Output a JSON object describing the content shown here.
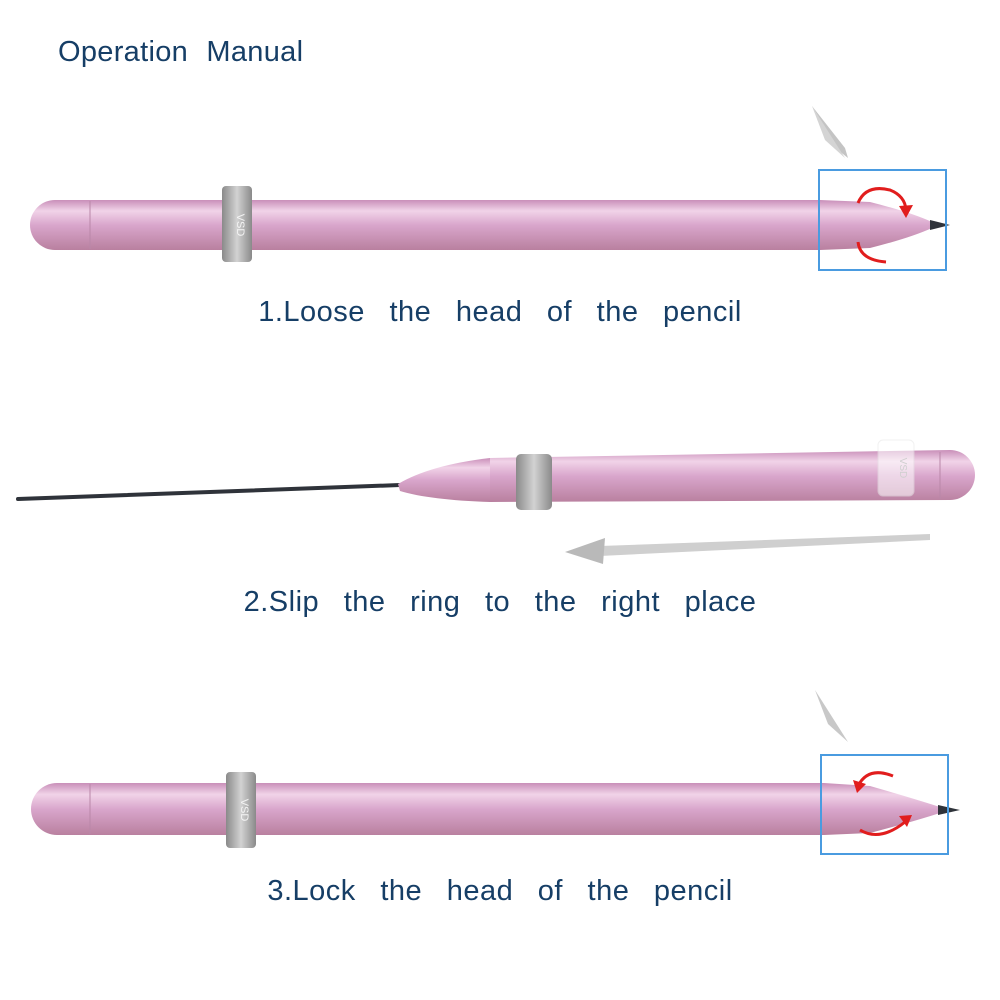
{
  "manual": {
    "title": "Operation  Manual",
    "steps": [
      {
        "caption": "1.Loose  the  head  of  the  pencil",
        "ring_brand": "VSD",
        "rotation": "loosen"
      },
      {
        "caption": "2.Slip  the  ring  to  the  right  place",
        "ring_brand": "VSD",
        "motion": "slide-left"
      },
      {
        "caption": "3.Lock  the  head  of  the  pencil",
        "ring_brand": "VSD",
        "rotation": "lock"
      }
    ]
  },
  "colors": {
    "text": "#163e66",
    "pencil_body": "#d9a6cc",
    "ring": "#a3a3a3",
    "highlight_box": "#4a9be0",
    "rotate_arrow": "#e11d1d",
    "pointer_arrow": "#c4c4c4",
    "lead": "#2f333a"
  }
}
